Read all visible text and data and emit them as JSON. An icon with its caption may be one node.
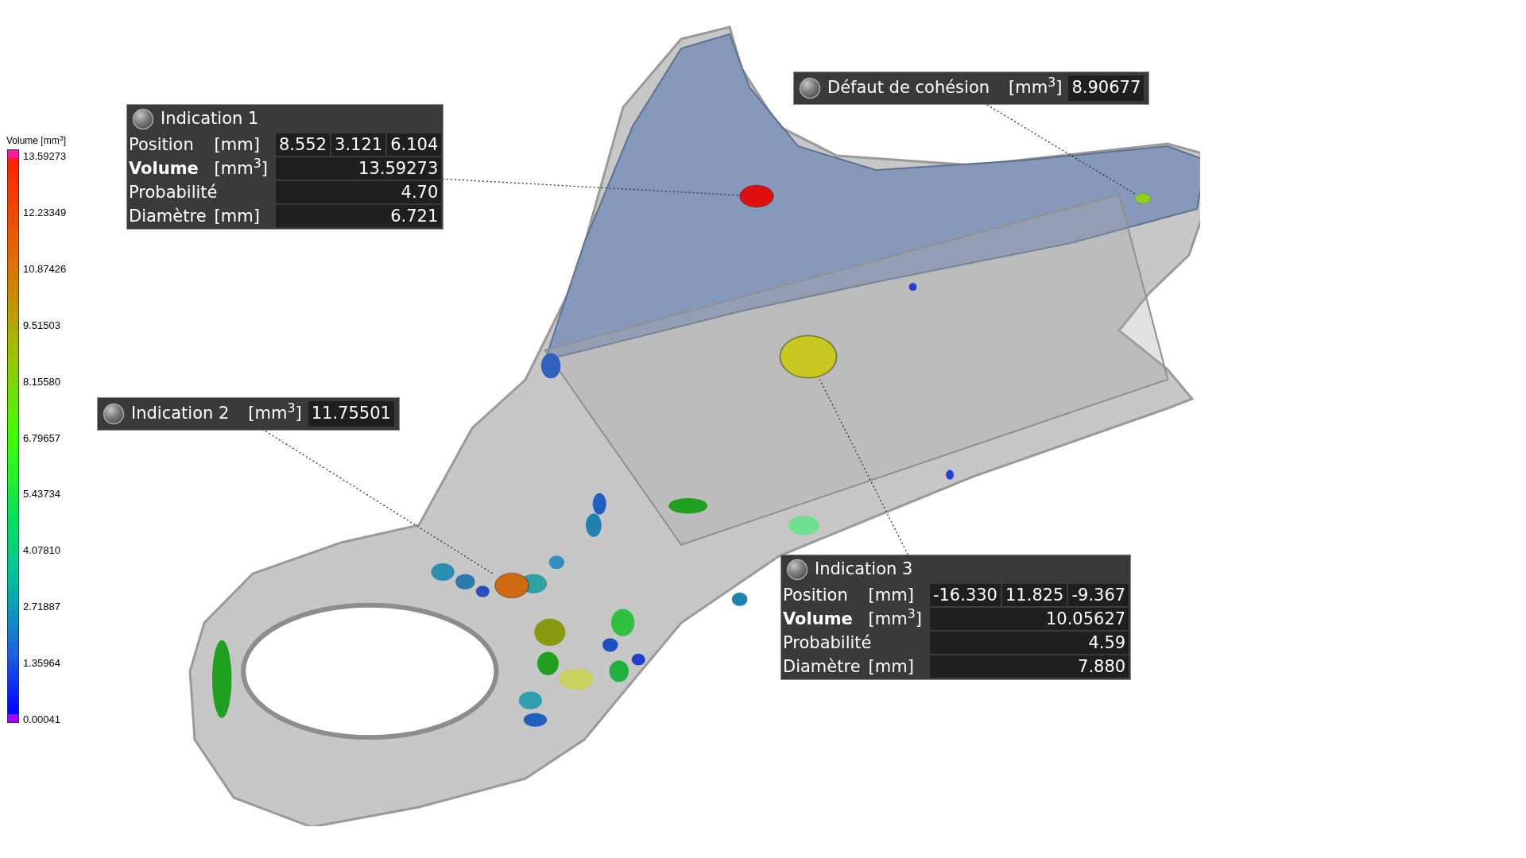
{
  "diagram": {
    "nodes": [
      {
        "text": [
          "Défaut de cohésion",
          "[mm$^{3}$]",
          "8.90677"
        ]
      },
      {
        "text": [
          "Indication 1",
          "Position",
          "[mm]",
          "8.552",
          "3.121",
          "6.104",
          "Volume",
          "[mm$^{3}$]",
          "13.59273",
          "Probabilité",
          "4.70",
          "Diamètre",
          "[mm]",
          "6.721"
        ]
      },
      {
        "text": [
          "Indication 2",
          "[mm$^{3}$]",
          "11.75501"
        ]
      },
      {
        "text": [
          "Indication 3",
          "Position",
          "[mm]",
          "-16.330",
          "11.825",
          "-9.367",
          "Volume",
          "[mm$^{3}$]",
          "10.05627",
          "Probabilité",
          "4.59",
          "Diamètre",
          "[mm]",
          "7.880"
        ]
      },
      {
        "text": [],
        "shape": "blob"
      },
      {
        "text": [],
        "shape": "blob"
      },
      {
        "text": [],
        "shape": "blob"
      },
      {
        "text": [],
        "shape": "blob"
      }
    ],
    "edges": [
      {
        "from": 1,
        "to": 4,
        "arrow": "none",
        "style": "dashed"
      },
      {
        "from": 0,
        "to": 5,
        "arrow": "none",
        "style": "dashed"
      },
      {
        "from": 2,
        "to": 6,
        "arrow": "none",
        "style": "dashed"
      },
      {
        "from": 3,
        "to": 7,
        "arrow": "none",
        "style": "dashed"
      }
    ],
    "labels": [
      "Volume [mm$^{3}$]",
      "13.59273",
      "12.23349",
      "10.87426",
      "9.51503",
      "8.15580",
      "6.79657",
      "5.43734",
      "4.07810",
      "2.71887",
      "1.35964",
      "0.00041"
    ]
  }
}
